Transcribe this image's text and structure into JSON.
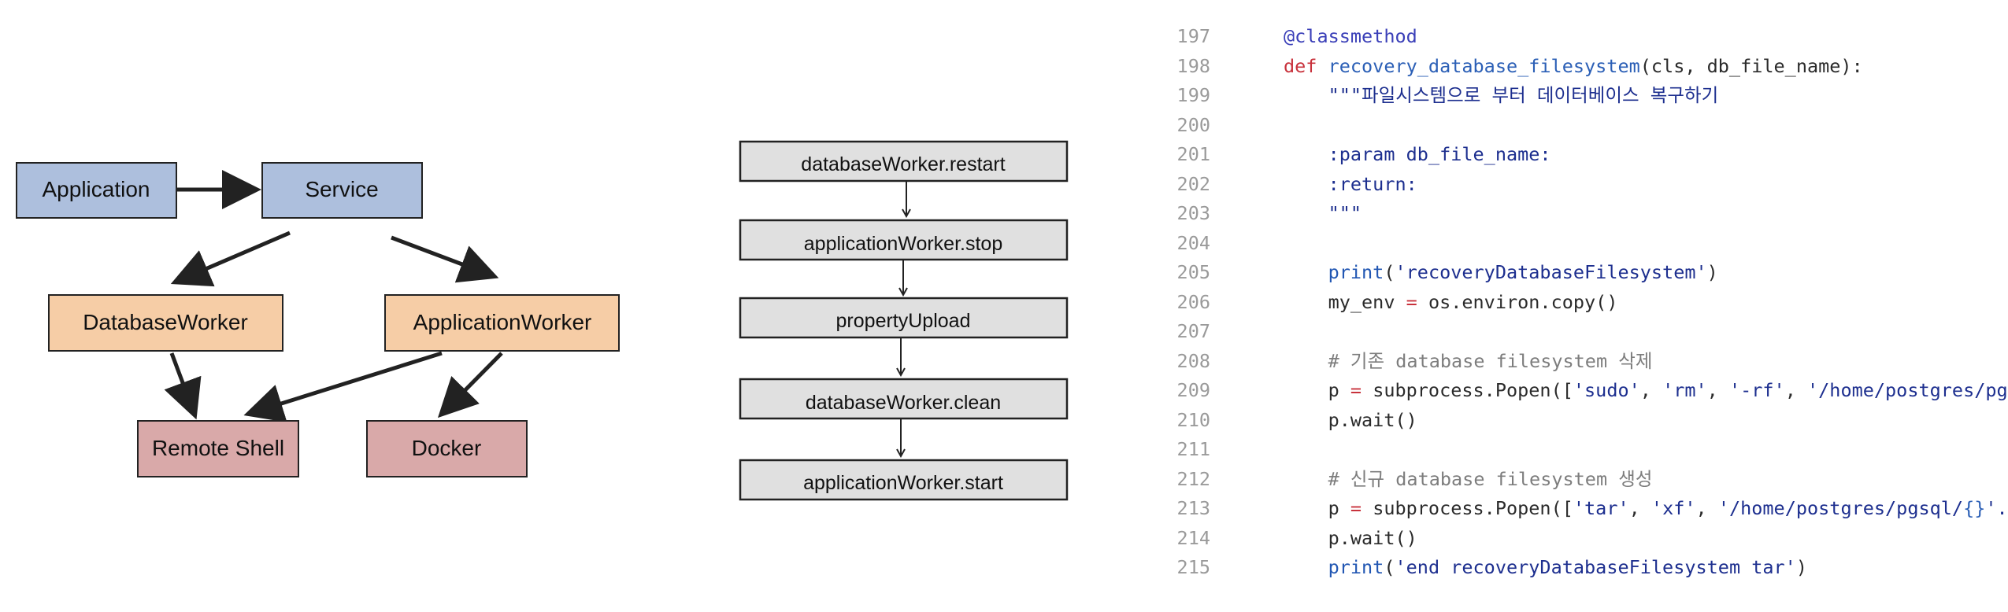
{
  "architecture_diagram": {
    "nodes": {
      "application": "Application",
      "service": "Service",
      "database_worker": "DatabaseWorker",
      "application_worker": "ApplicationWorker",
      "remote_shell": "Remote Shell",
      "docker": "Docker"
    },
    "colors": {
      "blue": "#adbfdd",
      "orange": "#f6cda6",
      "red": "#d9a9a9"
    }
  },
  "flow_diagram": {
    "steps": [
      "databaseWorker.restart",
      "applicationWorker.stop",
      "propertyUpload",
      "databaseWorker.clean",
      "applicationWorker.start"
    ],
    "color": "#e0e0e0"
  },
  "code": {
    "lines": [
      {
        "no": "197",
        "tokens": [
          {
            "t": "@classmethod",
            "c": "deco"
          }
        ]
      },
      {
        "no": "198",
        "tokens": [
          {
            "t": "def ",
            "c": "kw"
          },
          {
            "t": "recovery_database_filesystem",
            "c": "fn"
          },
          {
            "t": "(cls, db_file_name):",
            "c": "plain"
          }
        ]
      },
      {
        "no": "199",
        "tokens": [
          {
            "t": "    \"\"\"파일시스템으로 부터 데이터베이스 복구하기",
            "c": "doc"
          }
        ]
      },
      {
        "no": "200",
        "tokens": []
      },
      {
        "no": "201",
        "tokens": [
          {
            "t": "    :param db_file_name:",
            "c": "doc"
          }
        ]
      },
      {
        "no": "202",
        "tokens": [
          {
            "t": "    :return:",
            "c": "doc"
          }
        ]
      },
      {
        "no": "203",
        "tokens": [
          {
            "t": "    \"\"\"",
            "c": "doc"
          }
        ]
      },
      {
        "no": "204",
        "tokens": []
      },
      {
        "no": "205",
        "tokens": [
          {
            "t": "    ",
            "c": "plain"
          },
          {
            "t": "print",
            "c": "builtin"
          },
          {
            "t": "(",
            "c": "plain"
          },
          {
            "t": "'recoveryDatabaseFilesystem'",
            "c": "str"
          },
          {
            "t": ")",
            "c": "plain"
          }
        ]
      },
      {
        "no": "206",
        "tokens": [
          {
            "t": "    my_env ",
            "c": "plain"
          },
          {
            "t": "=",
            "c": "op"
          },
          {
            "t": " os.environ.copy()",
            "c": "plain"
          }
        ]
      },
      {
        "no": "207",
        "tokens": []
      },
      {
        "no": "208",
        "tokens": [
          {
            "t": "    # 기존 database filesystem 삭제",
            "c": "comment"
          }
        ]
      },
      {
        "no": "209",
        "tokens": [
          {
            "t": "    p ",
            "c": "plain"
          },
          {
            "t": "=",
            "c": "op"
          },
          {
            "t": " subprocess.Popen([",
            "c": "plain"
          },
          {
            "t": "'sudo'",
            "c": "str"
          },
          {
            "t": ", ",
            "c": "plain"
          },
          {
            "t": "'rm'",
            "c": "str"
          },
          {
            "t": ", ",
            "c": "plain"
          },
          {
            "t": "'-rf'",
            "c": "str"
          },
          {
            "t": ", ",
            "c": "plain"
          },
          {
            "t": "'/home/postgres/pgs",
            "c": "str"
          }
        ]
      },
      {
        "no": "210",
        "tokens": [
          {
            "t": "    p.wait()",
            "c": "plain"
          }
        ]
      },
      {
        "no": "211",
        "tokens": []
      },
      {
        "no": "212",
        "tokens": [
          {
            "t": "    # 신규 database filesystem 생성",
            "c": "comment"
          }
        ]
      },
      {
        "no": "213",
        "tokens": [
          {
            "t": "    p ",
            "c": "plain"
          },
          {
            "t": "=",
            "c": "op"
          },
          {
            "t": " subprocess.Popen([",
            "c": "plain"
          },
          {
            "t": "'tar'",
            "c": "str"
          },
          {
            "t": ", ",
            "c": "plain"
          },
          {
            "t": "'xf'",
            "c": "str"
          },
          {
            "t": ", ",
            "c": "plain"
          },
          {
            "t": "'/home/postgres/pgsql/",
            "c": "str"
          },
          {
            "t": "{}",
            "c": "fn"
          },
          {
            "t": "'.f",
            "c": "str"
          }
        ]
      },
      {
        "no": "214",
        "tokens": [
          {
            "t": "    p.wait()",
            "c": "plain"
          }
        ]
      },
      {
        "no": "215",
        "tokens": [
          {
            "t": "    ",
            "c": "plain"
          },
          {
            "t": "print",
            "c": "builtin"
          },
          {
            "t": "(",
            "c": "plain"
          },
          {
            "t": "'end recoveryDatabaseFilesystem tar'",
            "c": "str"
          },
          {
            "t": ")",
            "c": "plain"
          }
        ]
      }
    ]
  }
}
